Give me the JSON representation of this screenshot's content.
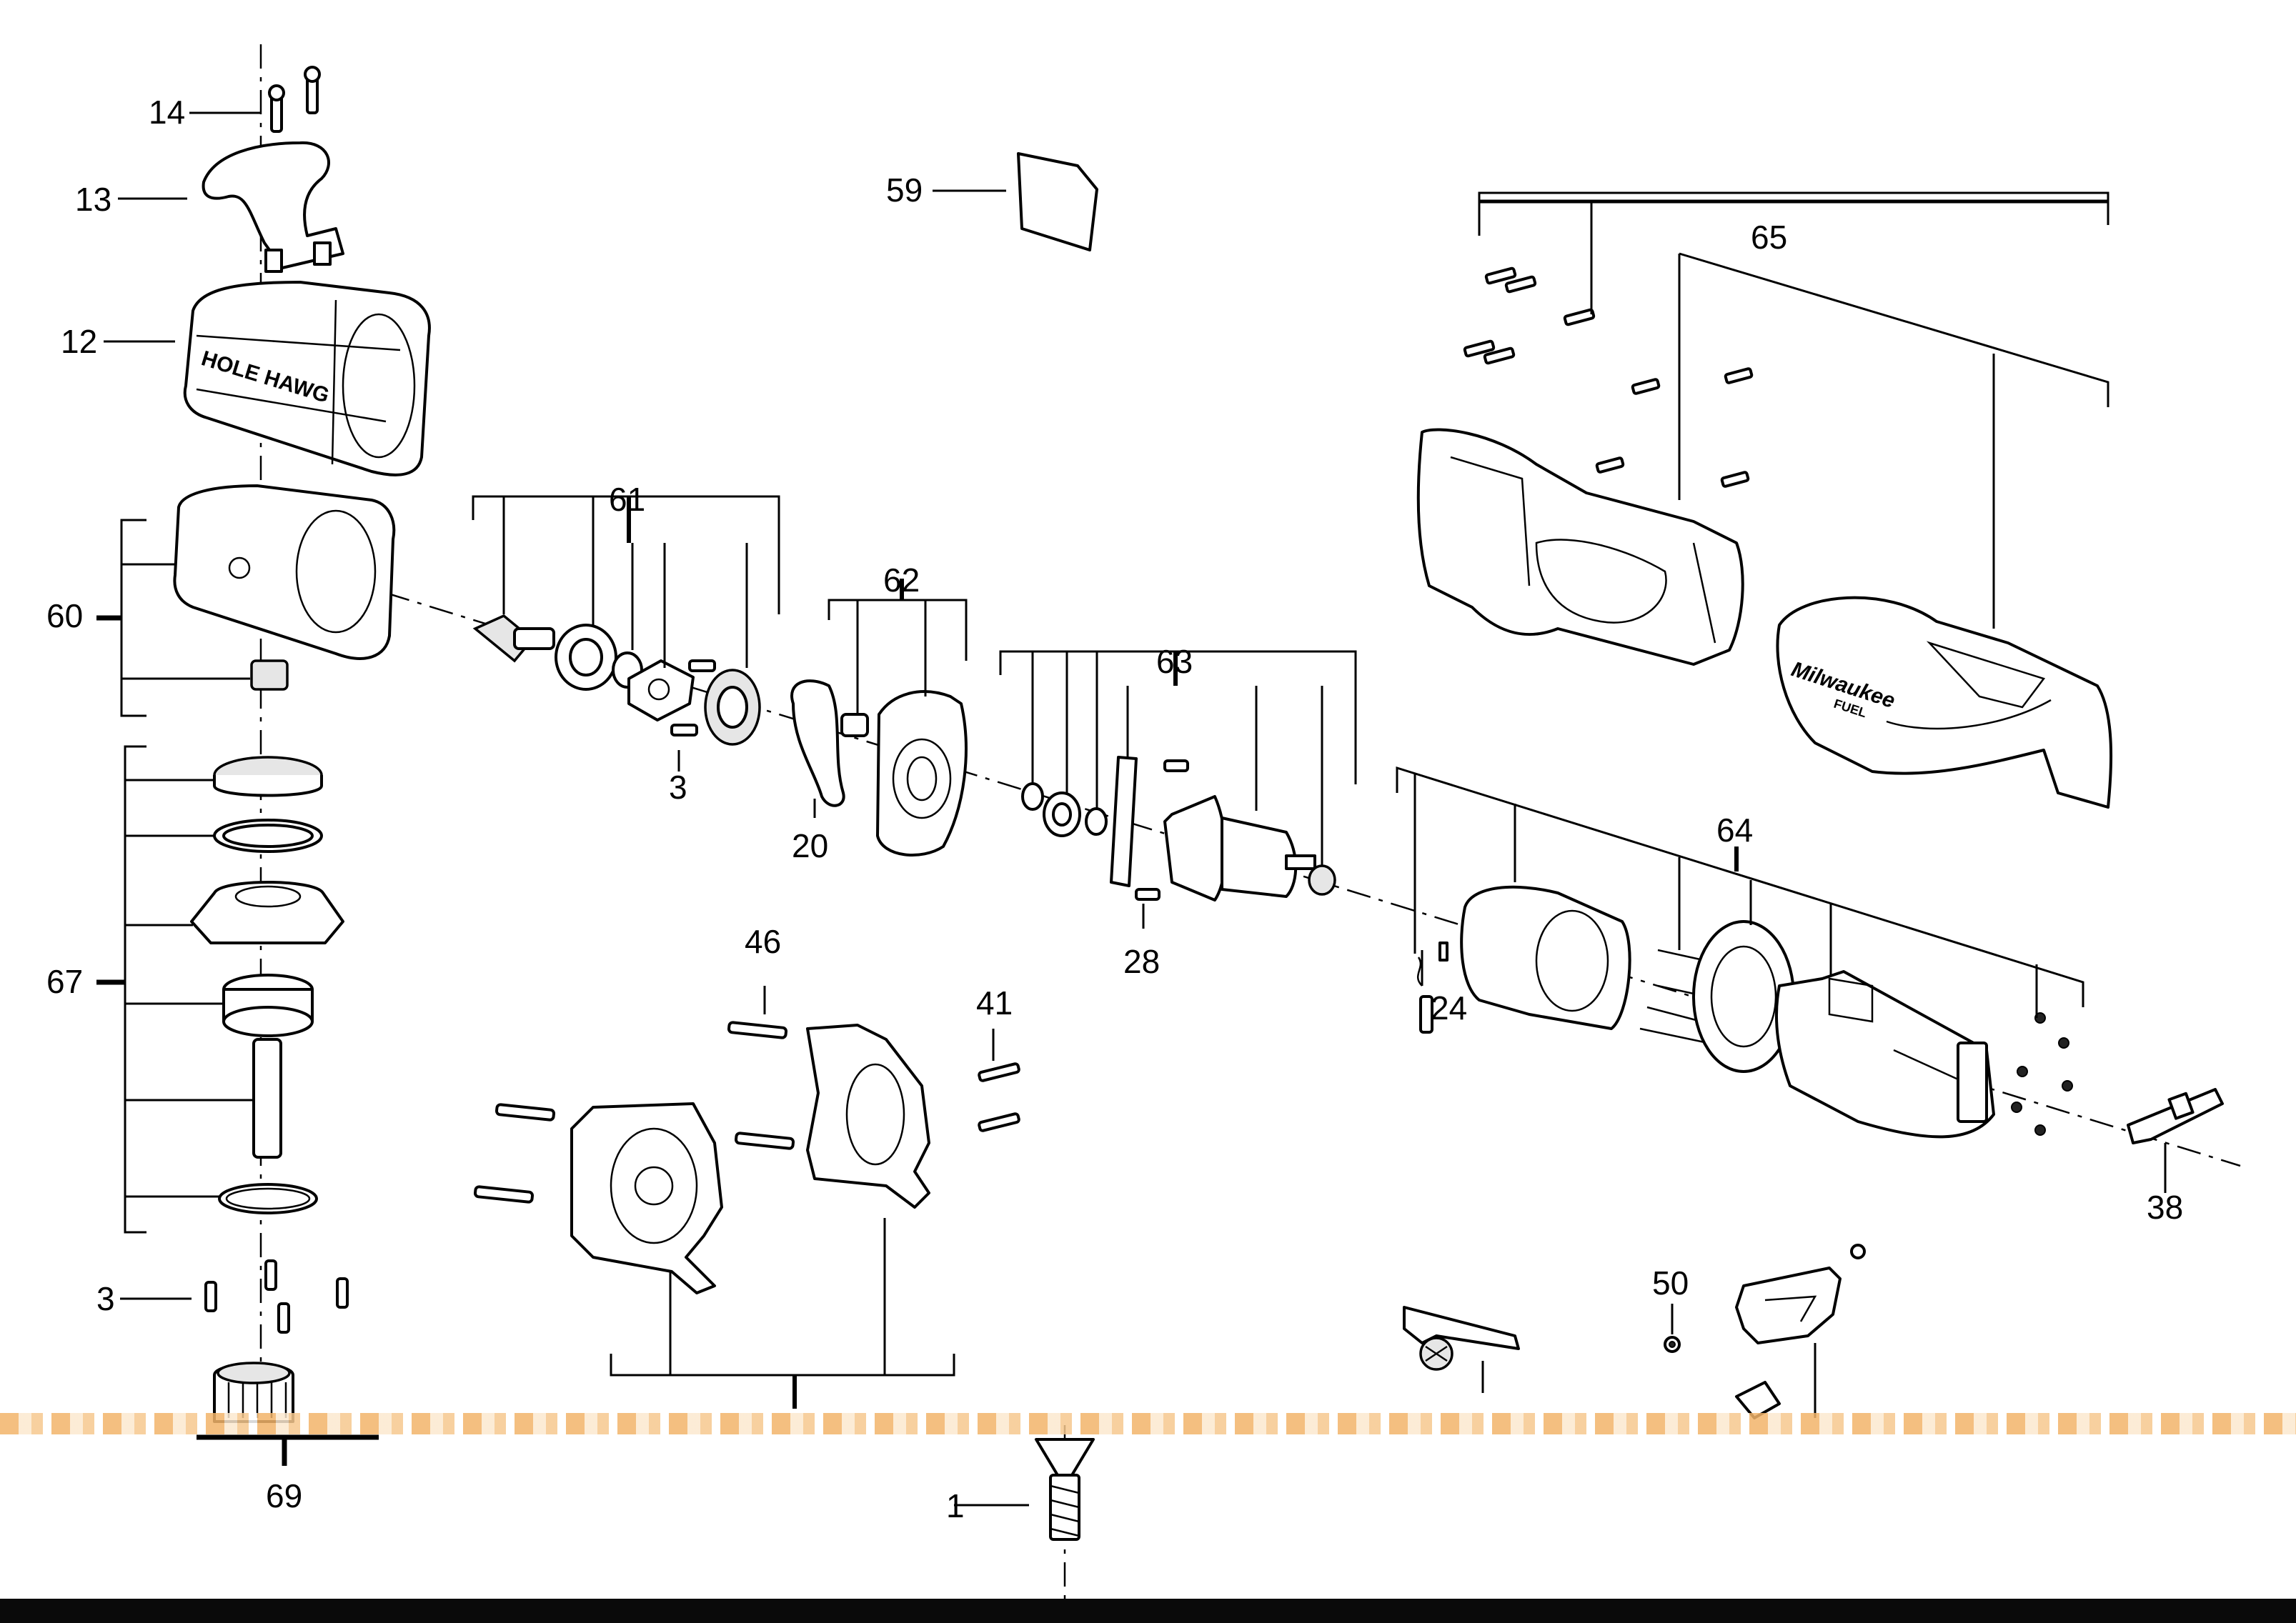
{
  "callouts": [
    {
      "id": "c14",
      "text": "14"
    },
    {
      "id": "c13",
      "text": "13"
    },
    {
      "id": "c12",
      "text": "12"
    },
    {
      "id": "c60",
      "text": "60"
    },
    {
      "id": "c67",
      "text": "67"
    },
    {
      "id": "c3a",
      "text": "3"
    },
    {
      "id": "c69",
      "text": "69"
    },
    {
      "id": "c59",
      "text": "59"
    },
    {
      "id": "c61",
      "text": "61"
    },
    {
      "id": "c3b",
      "text": "3"
    },
    {
      "id": "c62",
      "text": "62"
    },
    {
      "id": "c20",
      "text": "20"
    },
    {
      "id": "c63",
      "text": "63"
    },
    {
      "id": "c28",
      "text": "28"
    },
    {
      "id": "c65",
      "text": "65"
    },
    {
      "id": "c64",
      "text": "64"
    },
    {
      "id": "c24",
      "text": "24"
    },
    {
      "id": "c38",
      "text": "38"
    },
    {
      "id": "c46",
      "text": "46"
    },
    {
      "id": "c41",
      "text": "41"
    },
    {
      "id": "c50",
      "text": "50"
    },
    {
      "id": "c1",
      "text": "1"
    }
  ],
  "product_marks": {
    "gear_case_text": "HOLE HAWG",
    "housing_brand": "Milwaukee",
    "housing_sub": "FUEL"
  }
}
